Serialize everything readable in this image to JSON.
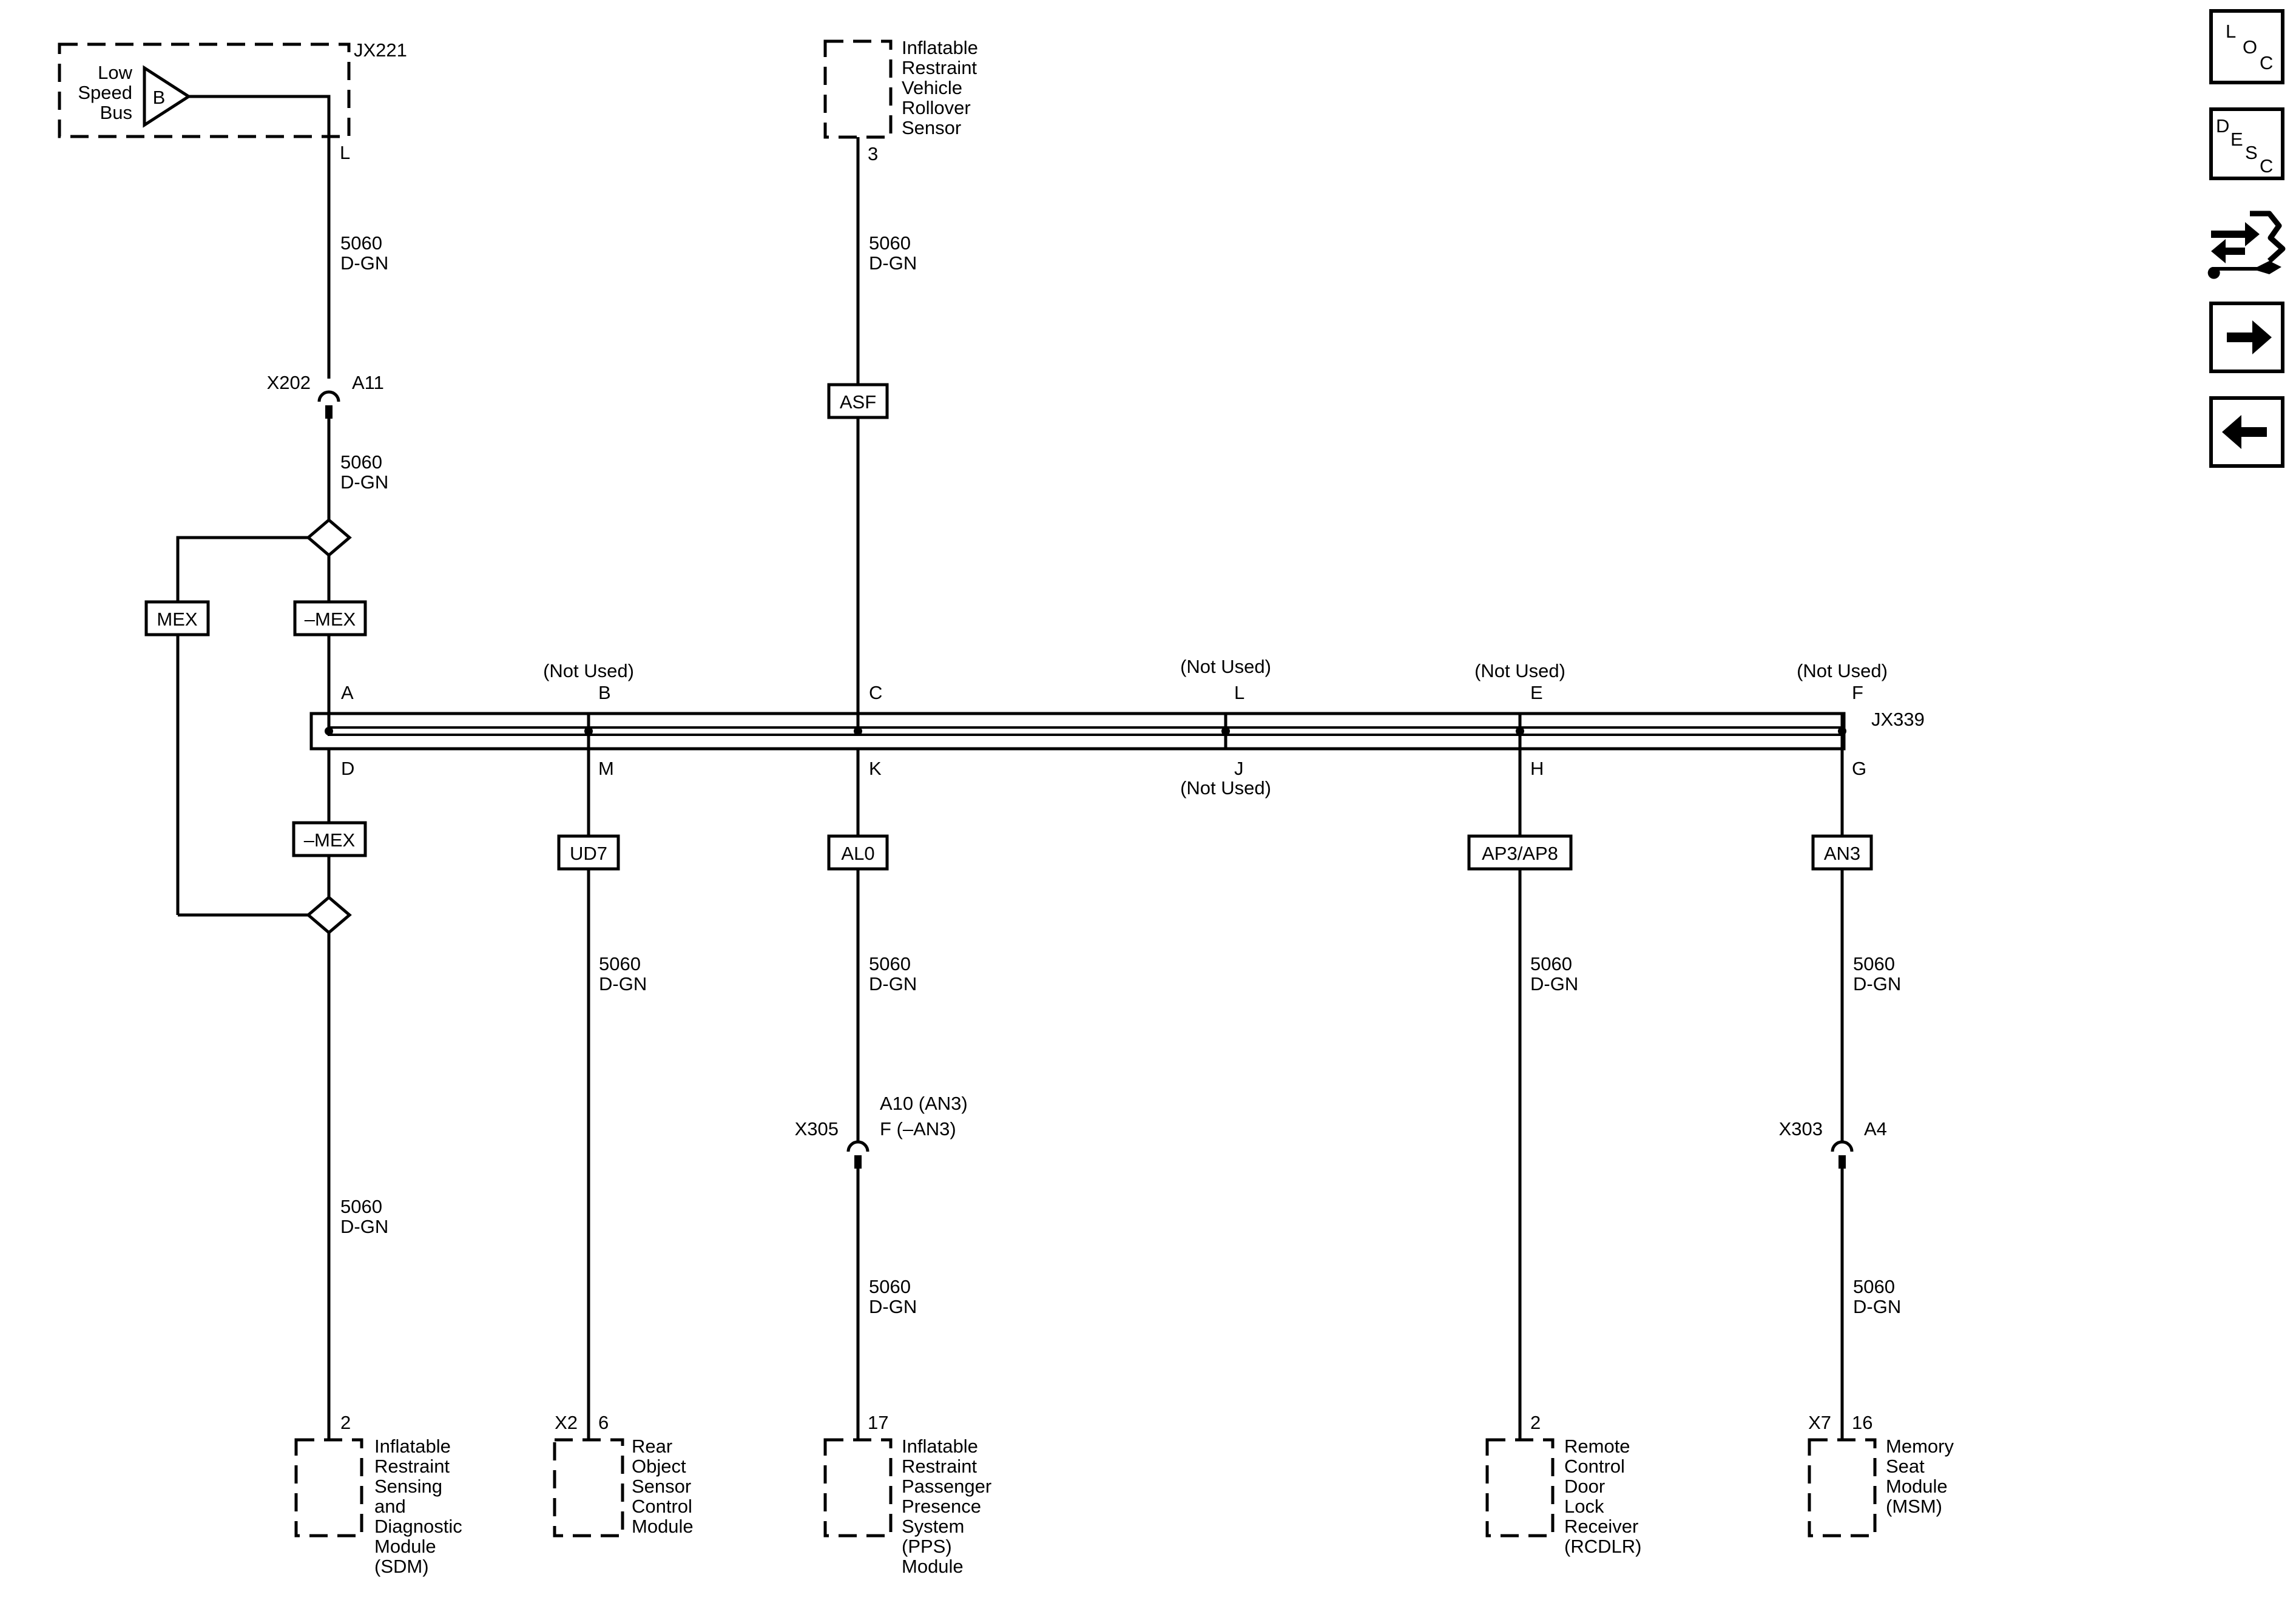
{
  "top_left": {
    "module_lines": [
      "Low",
      "Speed",
      "Bus"
    ],
    "triangle_label": "B",
    "connector": "JX221",
    "pin": "L"
  },
  "top_center": {
    "module_lines": [
      "Inflatable",
      "Restraint",
      "Vehicle",
      "Rollover",
      "Sensor"
    ],
    "pin": "3",
    "option_tag": "ASF"
  },
  "wires": {
    "circuit": "5060",
    "color": "D-GN"
  },
  "inline_x202": {
    "connector": "X202",
    "pin": "A11"
  },
  "option_tags": {
    "mex": "MEX",
    "not_mex_upper": "–MEX",
    "not_mex_lower": "–MEX"
  },
  "splice": {
    "connector": "JX339",
    "top_pins": [
      {
        "pin": "A",
        "note": ""
      },
      {
        "pin": "B",
        "note": "(Not Used)"
      },
      {
        "pin": "C",
        "note": ""
      },
      {
        "pin": "L",
        "note": "(Not Used)"
      },
      {
        "pin": "E",
        "note": "(Not Used)"
      },
      {
        "pin": "F",
        "note": "(Not Used)"
      }
    ],
    "bottom_pins": [
      {
        "pin": "D",
        "note": ""
      },
      {
        "pin": "M",
        "note": ""
      },
      {
        "pin": "K",
        "note": ""
      },
      {
        "pin": "J",
        "note": "(Not Used)"
      },
      {
        "pin": "H",
        "note": ""
      },
      {
        "pin": "G",
        "note": ""
      }
    ]
  },
  "branch_tags": {
    "rear_object": "UD7",
    "pps": "AL0",
    "rcdlr": "AP3/AP8",
    "msm": "AN3"
  },
  "inline_x305": {
    "connector": "X305",
    "pin_line1": "A10 (AN3)",
    "pin_line2": "F (–AN3)"
  },
  "inline_x303": {
    "connector": "X303",
    "pin": "A4"
  },
  "bottom_modules": {
    "sdm": {
      "connector": "",
      "pin": "2",
      "lines": [
        "Inflatable",
        "Restraint",
        "Sensing",
        "and",
        "Diagnostic",
        "Module",
        "(SDM)"
      ]
    },
    "rear_object": {
      "connector": "X2",
      "pin": "6",
      "lines": [
        "Rear",
        "Object",
        "Sensor",
        "Control",
        "Module"
      ]
    },
    "pps": {
      "connector": "",
      "pin": "17",
      "lines": [
        "Inflatable",
        "Restraint",
        "Passenger",
        "Presence",
        "System",
        "(PPS)",
        "Module"
      ]
    },
    "rcdlr": {
      "connector": "",
      "pin": "2",
      "lines": [
        "Remote",
        "Control",
        "Door",
        "Lock",
        "Receiver",
        "(RCDLR)"
      ]
    },
    "msm": {
      "connector": "X7",
      "pin": "16",
      "lines": [
        "Memory",
        "Seat",
        "Module",
        "(MSM)"
      ]
    }
  },
  "nav_buttons": {
    "loc": [
      "L",
      "O",
      "C"
    ],
    "desc": [
      "D",
      "E",
      "S",
      "C"
    ]
  }
}
